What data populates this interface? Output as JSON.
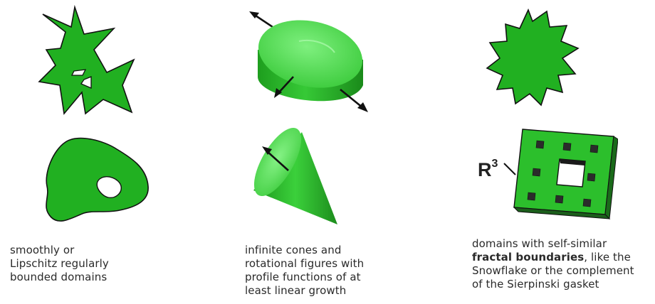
{
  "colors": {
    "fill_green": "#21b021",
    "light_green": "#5fe05f",
    "mid_green": "#2fc32f",
    "dark_green": "#1a8f1a",
    "outline": "#111111",
    "arrow": "#111111"
  },
  "captions": {
    "smooth": {
      "line1": "smoothly or",
      "line2": "Lipschitz regularly",
      "line3": "bounded domains"
    },
    "cones": {
      "line1": "infinite cones and",
      "line2": "rotational figures with",
      "line3": "profile functions of at",
      "line4": "least linear growth"
    },
    "fractal": {
      "line1": "domains with self-similar",
      "line2_bold": "fractal boundaries",
      "line2_rest": ", like the",
      "line3": "Snowflake or the complement",
      "line4": "of the Sierpinski gasket"
    }
  },
  "r3_label": {
    "base": "R",
    "exponent": "3"
  }
}
